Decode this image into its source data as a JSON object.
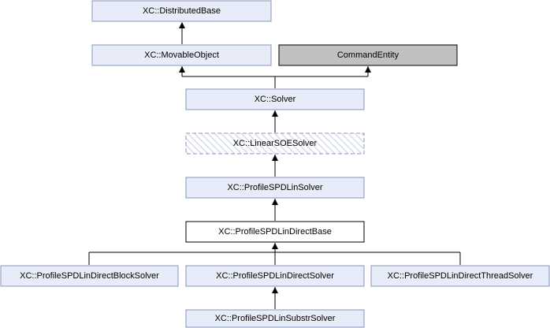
{
  "nodes": {
    "distributed_base": "XC::DistributedBase",
    "movable_object": "XC::MovableObject",
    "command_entity": "CommandEntity",
    "solver": "XC::Solver",
    "linear_soe_solver": "XC::LinearSOESolver",
    "profile_spd_lin_solver": "XC::ProfileSPDLinSolver",
    "profile_spd_lin_direct_base": "XC::ProfileSPDLinDirectBase",
    "profile_spd_lin_direct_block_solver": "XC::ProfileSPDLinDirectBlockSolver",
    "profile_spd_lin_direct_solver": "XC::ProfileSPDLinDirectSolver",
    "profile_spd_lin_direct_thread_solver": "XC::ProfileSPDLinDirectThreadSolver",
    "profile_spd_lin_substr_solver": "XC::ProfileSPDLinSubstrSolver"
  },
  "colors": {
    "node_fill": "#e8ecf8",
    "node_border": "#8496c0",
    "external_fill": "#c0c0c0",
    "external_border": "#000000",
    "focus_fill": "#ffffff",
    "focus_border": "#000000",
    "edge": "#000000"
  }
}
